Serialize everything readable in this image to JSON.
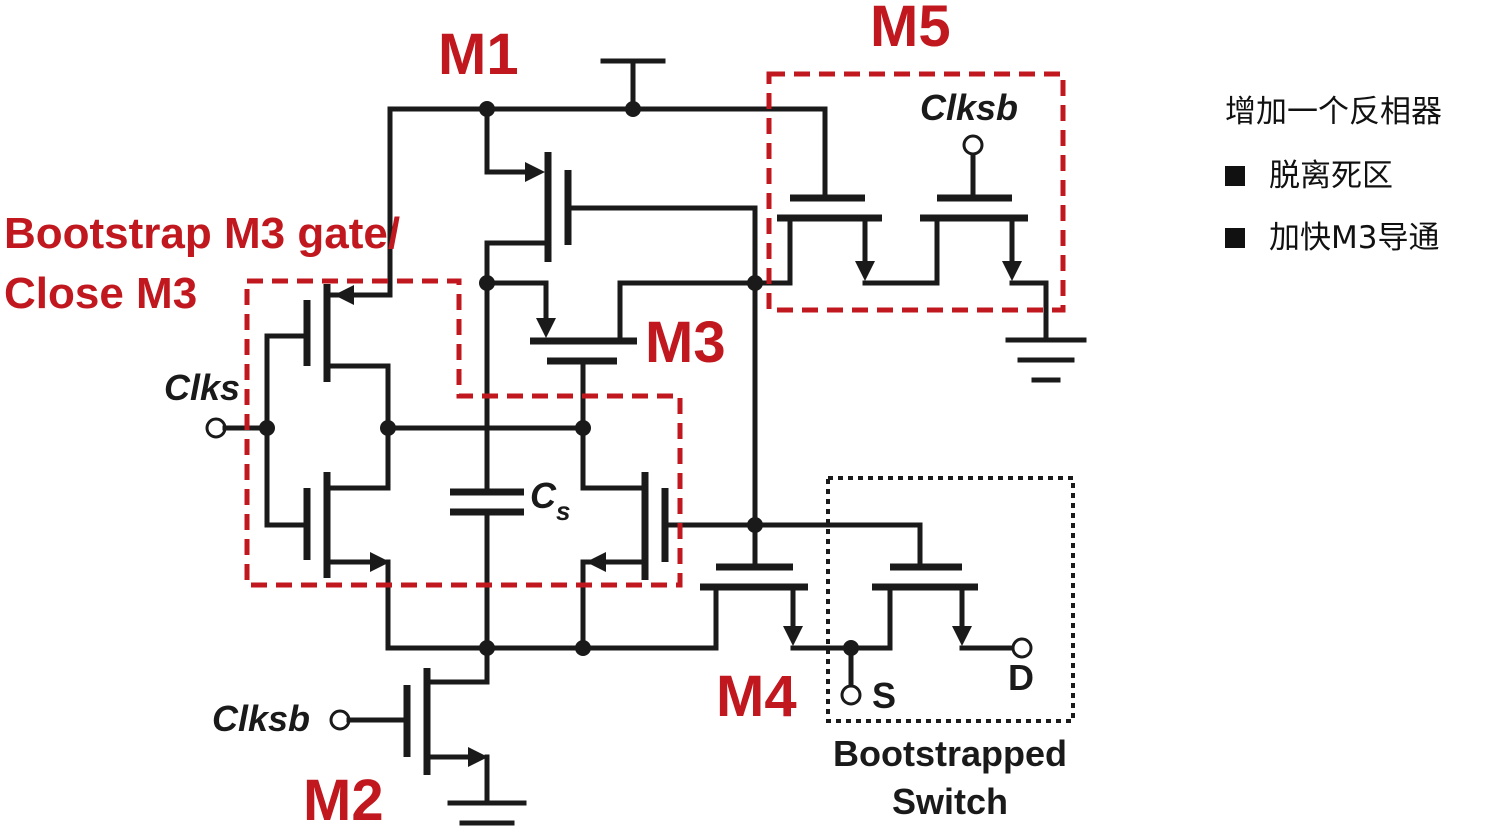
{
  "labels": {
    "m1": "M1",
    "m2": "M2",
    "m3": "M3",
    "m4": "M4",
    "m5": "M5",
    "bootstrap_line1": "Bootstrap M3 gate/",
    "bootstrap_line2": "Close M3",
    "clks": "Clks",
    "clksb_left": "Clksb",
    "clksb_m5": "Clksb",
    "cs_main": "C",
    "cs_sub": "s",
    "s": "S",
    "d": "D",
    "switch_line1": "Bootstrapped",
    "switch_line2": "Switch"
  },
  "notes": {
    "heading": "增加一个反相器",
    "items": [
      {
        "text": "脱离死区",
        "bullet_icon": "square-bullet-icon"
      },
      {
        "text": "加快M3导通",
        "bullet_icon": "square-bullet-icon"
      }
    ]
  },
  "colors": {
    "accent_red": "#c0181e",
    "wire": "#1a1a1a"
  }
}
